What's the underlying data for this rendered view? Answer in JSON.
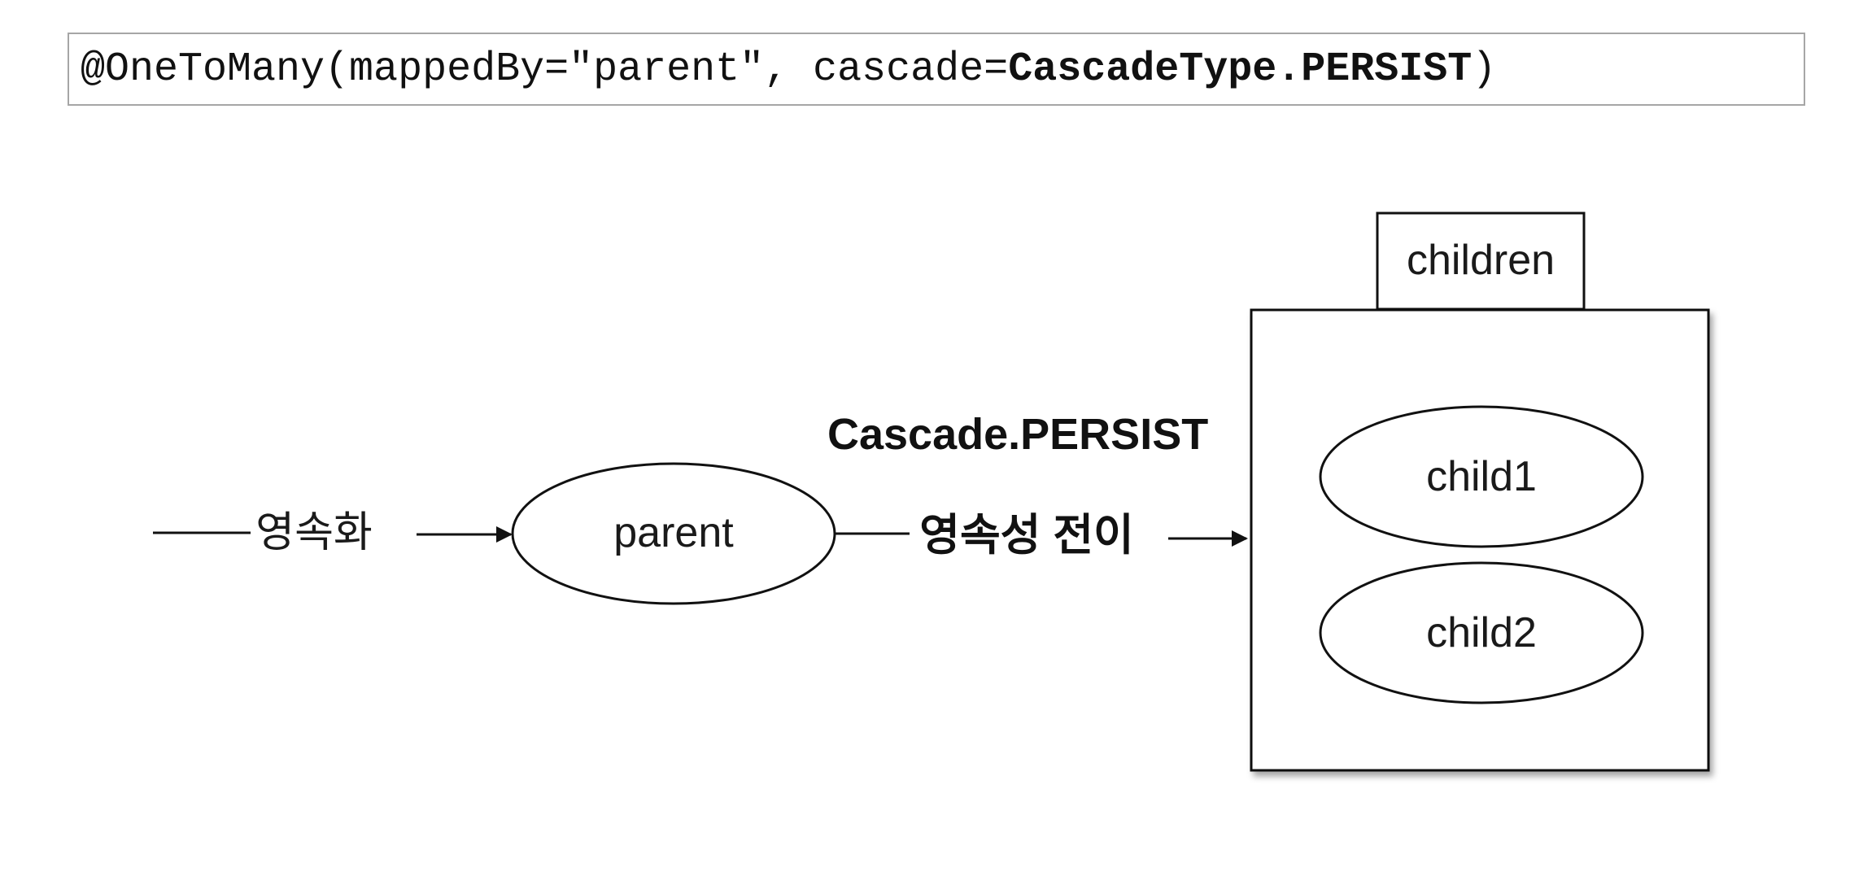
{
  "code": {
    "prefix": "@OneToMany(mappedBy=\"parent\", cascade=",
    "cascade_value": "CascadeType.PERSIST",
    "suffix": ")"
  },
  "diagram": {
    "persist_label": "영속화",
    "parent_label": "parent",
    "cascade_label": "Cascade.PERSIST",
    "transition_label": "영속성 전이",
    "collection_label": "children",
    "children": [
      {
        "label": "child1"
      },
      {
        "label": "child2"
      }
    ]
  }
}
